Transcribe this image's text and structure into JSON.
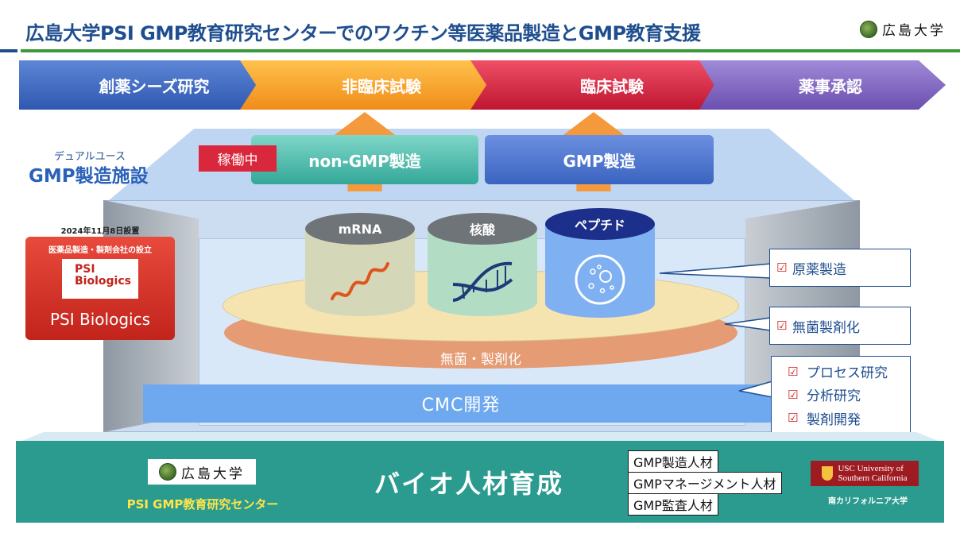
{
  "title": "広島大学PSI GMP教育研究センターでのワクチン等医薬品製造とGMP教育支援",
  "university_logo_text": "広島大学",
  "pipeline": [
    {
      "label": "創薬シーズ研究",
      "color": "#3f6cc8"
    },
    {
      "label": "非臨床試験",
      "color": "#f5a52c"
    },
    {
      "label": "臨床試験",
      "color": "#d6233a"
    },
    {
      "label": "薬事承認",
      "color": "#8a6ec7"
    }
  ],
  "facility": {
    "ruby": "デュアルユース",
    "label": "GMP製造施設",
    "status_badge": "稼働中",
    "non_gmp": "non-GMP製造",
    "gmp": "GMP製造"
  },
  "modalities": [
    {
      "label": "mRNA",
      "icon": "mrna-strand-icon"
    },
    {
      "label": "核酸",
      "icon": "dna-helix-icon"
    },
    {
      "label": "ペプチド",
      "icon": "cell-icon"
    }
  ],
  "platter_label": "無菌・製剤化",
  "cmc_label": "CMC開発",
  "callouts": [
    "原薬製造",
    "無菌製剤化"
  ],
  "callout_group": [
    "プロセス研究",
    "分析研究",
    "製剤開発"
  ],
  "psi": {
    "date": "2024年11月8日設置",
    "sub": "医薬品製造・製剤会社の設立",
    "logo_line1": "PSI",
    "logo_line2": "Biologics",
    "name": "PSI Biologics"
  },
  "base": {
    "center_name": "PSI GMP教育研究センター",
    "title": "バイオ人材育成",
    "hr_tags": [
      "GMP製造人材",
      "GMPマネージメント人材",
      "GMP監査人材"
    ],
    "usc_logo_line1": "USC University of",
    "usc_logo_line2": "Southern California",
    "usc_name": "南カリフォルニア大学"
  }
}
